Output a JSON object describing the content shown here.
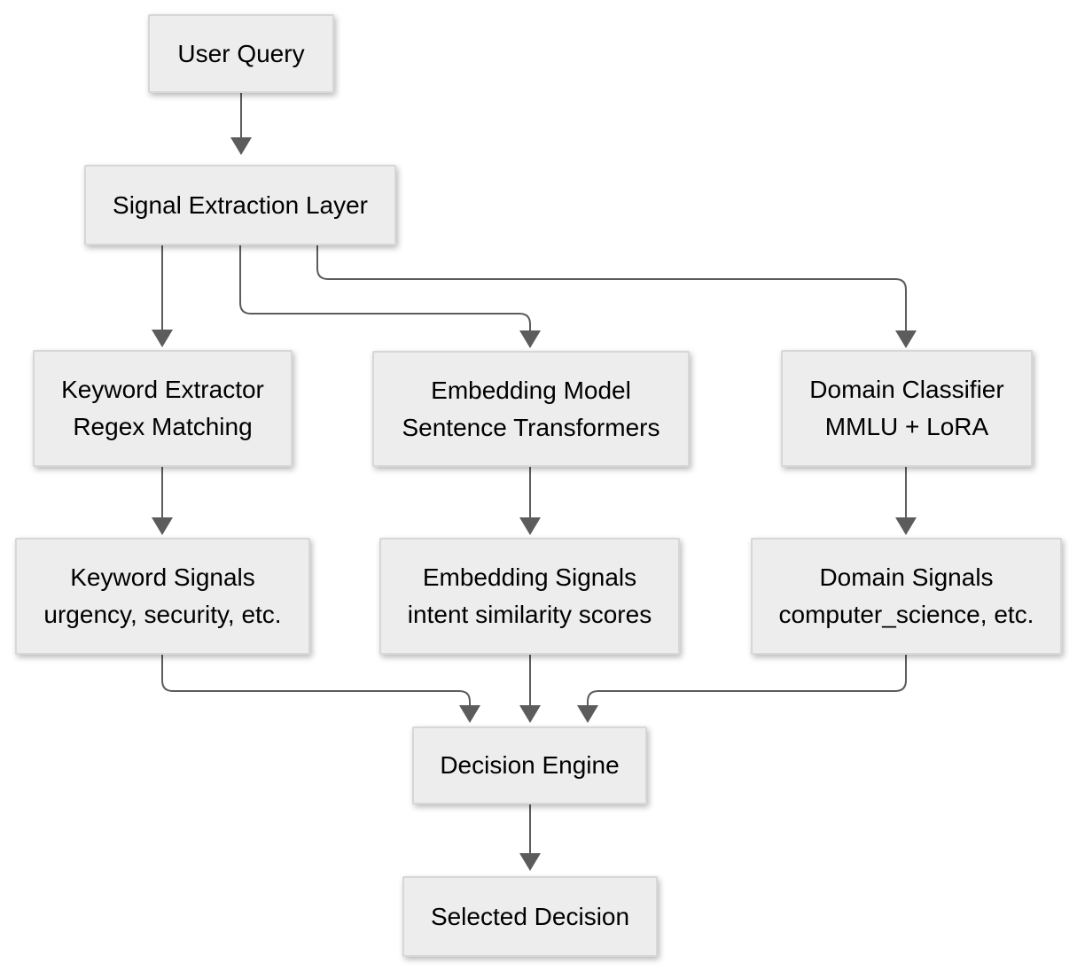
{
  "diagram": {
    "type": "flowchart",
    "colors": {
      "background": "#ffffff",
      "node_fill": "#ededed",
      "node_border": "#d7d7d7",
      "connector": "#5c5c5c",
      "text": "#000000"
    }
  },
  "nodes": {
    "user_query": {
      "line1": "User Query"
    },
    "signal_extraction": {
      "line1": "Signal Extraction Layer"
    },
    "keyword_extractor": {
      "line1": "Keyword Extractor",
      "line2": "Regex Matching"
    },
    "embedding_model": {
      "line1": "Embedding Model",
      "line2": "Sentence Transformers"
    },
    "domain_classifier": {
      "line1": "Domain Classifier",
      "line2": "MMLU + LoRA"
    },
    "keyword_signals": {
      "line1": "Keyword Signals",
      "line2": "urgency, security, etc."
    },
    "embedding_signals": {
      "line1": "Embedding Signals",
      "line2": "intent similarity scores"
    },
    "domain_signals": {
      "line1": "Domain Signals",
      "line2": "computer_science, etc."
    },
    "decision_engine": {
      "line1": "Decision Engine"
    },
    "selected_decision": {
      "line1": "Selected Decision"
    }
  },
  "edges": [
    {
      "from": "User Query",
      "to": "Signal Extraction Layer"
    },
    {
      "from": "Signal Extraction Layer",
      "to": "Keyword Extractor"
    },
    {
      "from": "Signal Extraction Layer",
      "to": "Embedding Model"
    },
    {
      "from": "Signal Extraction Layer",
      "to": "Domain Classifier"
    },
    {
      "from": "Keyword Extractor",
      "to": "Keyword Signals"
    },
    {
      "from": "Embedding Model",
      "to": "Embedding Signals"
    },
    {
      "from": "Domain Classifier",
      "to": "Domain Signals"
    },
    {
      "from": "Keyword Signals",
      "to": "Decision Engine"
    },
    {
      "from": "Embedding Signals",
      "to": "Decision Engine"
    },
    {
      "from": "Domain Signals",
      "to": "Decision Engine"
    },
    {
      "from": "Decision Engine",
      "to": "Selected Decision"
    }
  ]
}
